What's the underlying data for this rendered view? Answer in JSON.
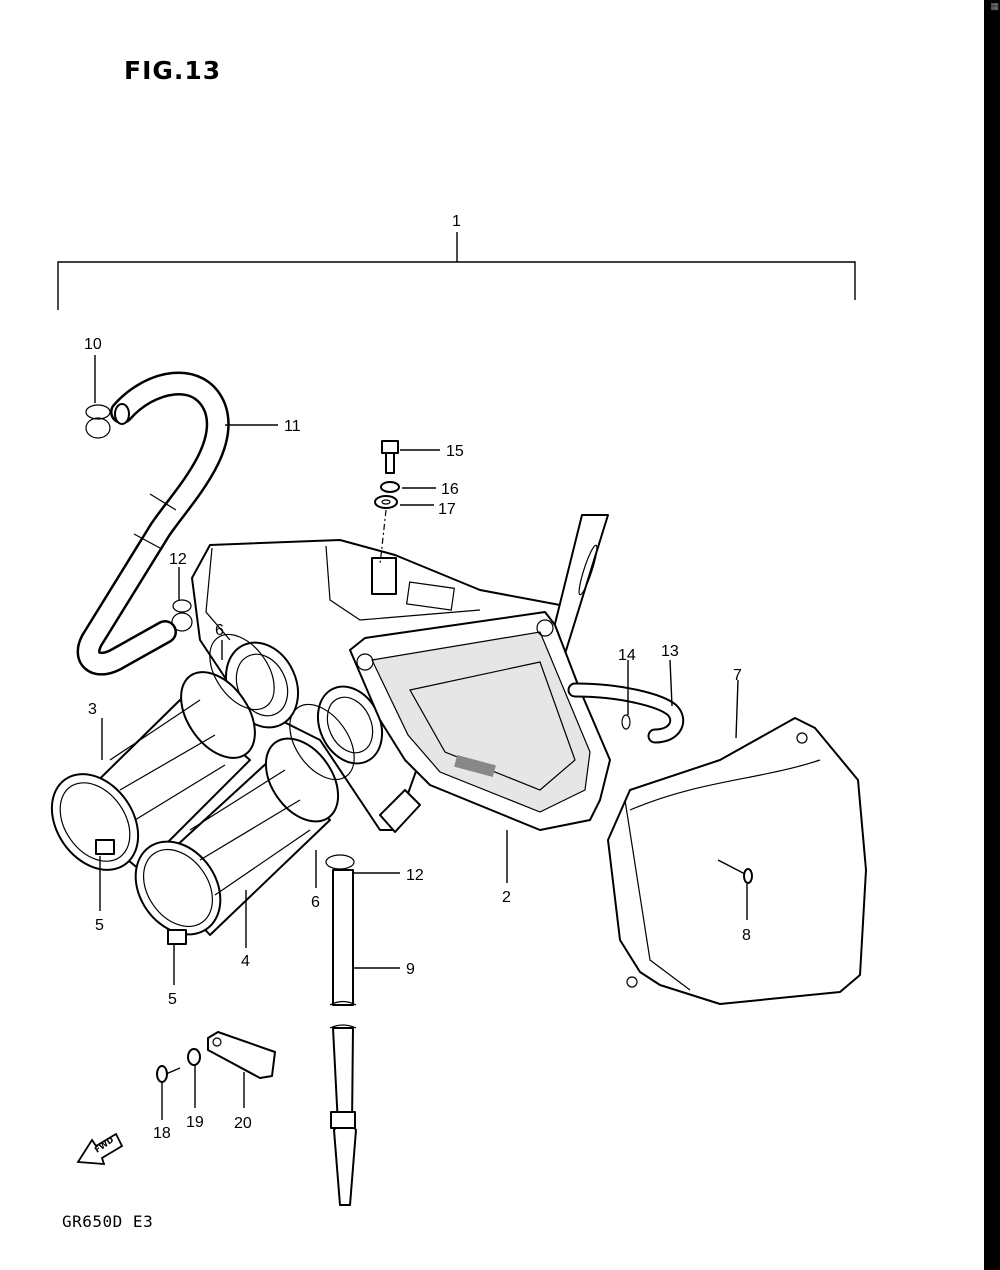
{
  "figure": {
    "title": "FIG.13",
    "model_code": "GR650D E3",
    "fwd_label": "FWD"
  },
  "callouts": {
    "c1": "1",
    "c2": "2",
    "c3": "3",
    "c4": "4",
    "c5a": "5",
    "c5b": "5",
    "c6a": "6",
    "c6b": "6",
    "c7": "7",
    "c8": "8",
    "c9": "9",
    "c10": "10",
    "c11": "11",
    "c12a": "12",
    "c12b": "12",
    "c13": "13",
    "c14": "14",
    "c15": "15",
    "c16": "16",
    "c17": "17",
    "c18": "18",
    "c19": "19",
    "c20": "20"
  }
}
